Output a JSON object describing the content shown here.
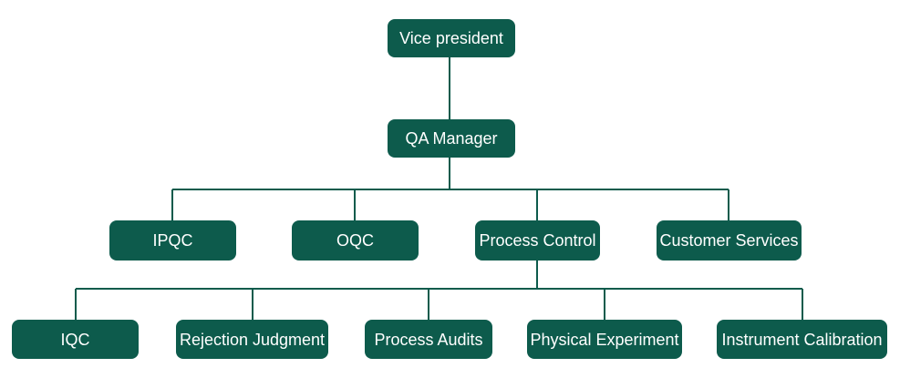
{
  "diagram": {
    "type": "org-chart",
    "colors": {
      "node_fill": "#0d5b4c",
      "node_text": "#ffffff",
      "line": "#0d5b4c",
      "background": "#ffffff"
    },
    "nodes": [
      {
        "id": "vice-president",
        "label": "Vice president",
        "level": 1,
        "parent": null
      },
      {
        "id": "qa-manager",
        "label": "QA Manager",
        "level": 2,
        "parent": "vice-president"
      },
      {
        "id": "ipqc",
        "label": "IPQC",
        "level": 3,
        "parent": "qa-manager"
      },
      {
        "id": "oqc",
        "label": "OQC",
        "level": 3,
        "parent": "qa-manager"
      },
      {
        "id": "process-control",
        "label": "Process Control",
        "level": 3,
        "parent": "qa-manager"
      },
      {
        "id": "customer-services",
        "label": "Customer Services",
        "level": 3,
        "parent": "qa-manager"
      },
      {
        "id": "iqc",
        "label": "IQC",
        "level": 4,
        "parent": "process-control"
      },
      {
        "id": "rejection-judgment",
        "label": "Rejection Judgment",
        "level": 4,
        "parent": "process-control"
      },
      {
        "id": "process-audits",
        "label": "Process Audits",
        "level": 4,
        "parent": "process-control"
      },
      {
        "id": "physical-experiment",
        "label": "Physical Experiment",
        "level": 4,
        "parent": "process-control"
      },
      {
        "id": "instrument-calibration",
        "label": "Instrument Calibration",
        "level": 4,
        "parent": "process-control"
      }
    ]
  }
}
